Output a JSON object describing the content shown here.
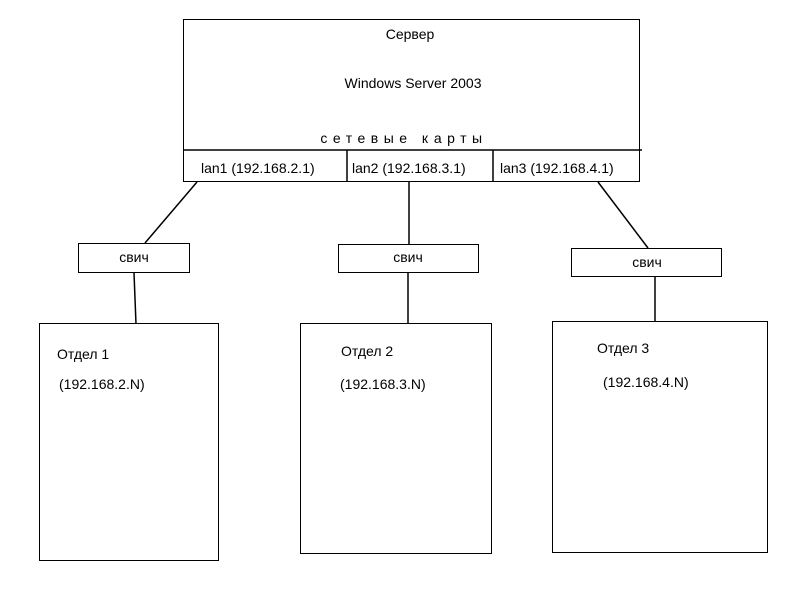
{
  "server": {
    "title": "Сервер",
    "os": "Windows Server 2003",
    "nics_label": "сетевые карты",
    "nics": [
      {
        "label": "lan1 (192.168.2.1)"
      },
      {
        "label": "lan2 (192.168.3.1)"
      },
      {
        "label": "lan3 (192.168.4.1)"
      }
    ]
  },
  "switches": [
    {
      "label": "свич"
    },
    {
      "label": "свич"
    },
    {
      "label": "свич"
    }
  ],
  "departments": [
    {
      "name": "Отдел 1",
      "subnet": "(192.168.2.N)"
    },
    {
      "name": "Отдел 2",
      "subnet": "(192.168.3.N)"
    },
    {
      "name": "Отдел 3",
      "subnet": "(192.168.4.N)"
    }
  ]
}
